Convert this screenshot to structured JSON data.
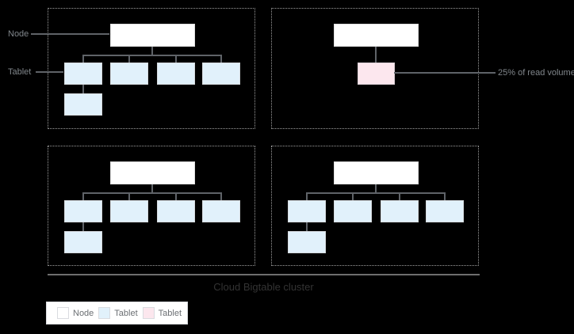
{
  "labels": {
    "node_pointer": "Node",
    "tablet_pointer": "Tablet",
    "hot_tablet_annotation": "25% of read volume",
    "cluster_caption": "Cloud Bigtable cluster"
  },
  "legend": {
    "items": [
      {
        "label": "Node",
        "swatch_color": "#ffffff"
      },
      {
        "label": "Tablet",
        "swatch_color": "#e1f1fb"
      },
      {
        "label": "Tablet",
        "swatch_color": "#fce7ee"
      }
    ]
  },
  "diagram": {
    "quadrants": [
      {
        "id": "node-group-1",
        "nodes": 1,
        "tablets": 5,
        "hot_tablets": 0
      },
      {
        "id": "node-group-2",
        "nodes": 1,
        "tablets": 0,
        "hot_tablets": 1
      },
      {
        "id": "node-group-3",
        "nodes": 1,
        "tablets": 5,
        "hot_tablets": 0
      },
      {
        "id": "node-group-4",
        "nodes": 1,
        "tablets": 5,
        "hot_tablets": 0
      }
    ]
  },
  "colors": {
    "background": "#000000",
    "node_fill": "#ffffff",
    "tablet_fill": "#e1f1fb",
    "hot_tablet_fill": "#fce7ee",
    "connector": "#5f6368",
    "dotted_border": "#9e9e9e",
    "label_text": "#80868b",
    "caption_text": "#333333"
  }
}
